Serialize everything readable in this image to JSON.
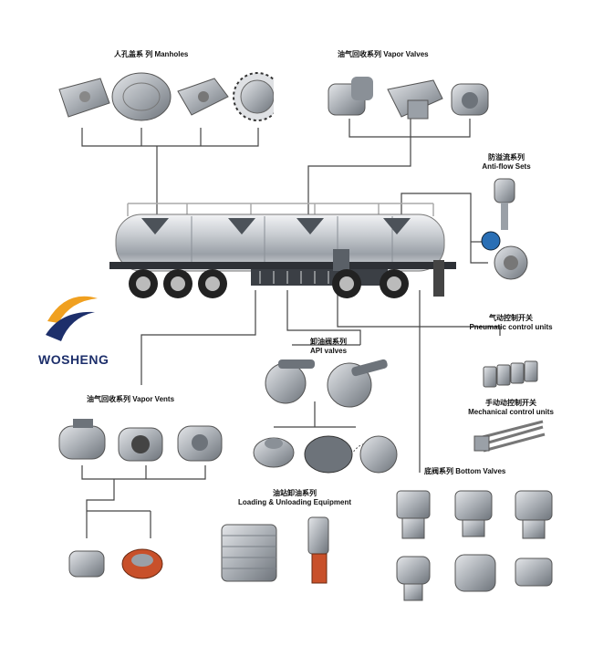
{
  "brand": {
    "name": "WOSHENG"
  },
  "labels": {
    "manholes": "人孔盖系 列  Manholes",
    "vapor_valves": "油气回收系列  Vapor Valves",
    "anti_flow_cn": "防溢流系列",
    "anti_flow_en": "Anti-flow Sets",
    "pneumatic_cn": "气动控制开关",
    "pneumatic_en": "Pneumatic control units",
    "mechanical_cn": "手动动控制开关",
    "mechanical_en": "Mechanical control units",
    "api_cn": "卸油阀系列",
    "api_en": "API valves",
    "vapor_vents": "油气回收系列  Vapor Vents",
    "loading_cn": "油站卸油系列",
    "loading_en": "Loading & Unloading Equipment",
    "bottom_valves": "底阀系列  Bottom Valves"
  },
  "colors": {
    "line": "#444444",
    "metal": "#b8bcc2",
    "dark_metal": "#6d737a",
    "brand_blue": "#1d2f6b",
    "brand_orange": "#f0a020",
    "accent_red": "#c8502a"
  }
}
